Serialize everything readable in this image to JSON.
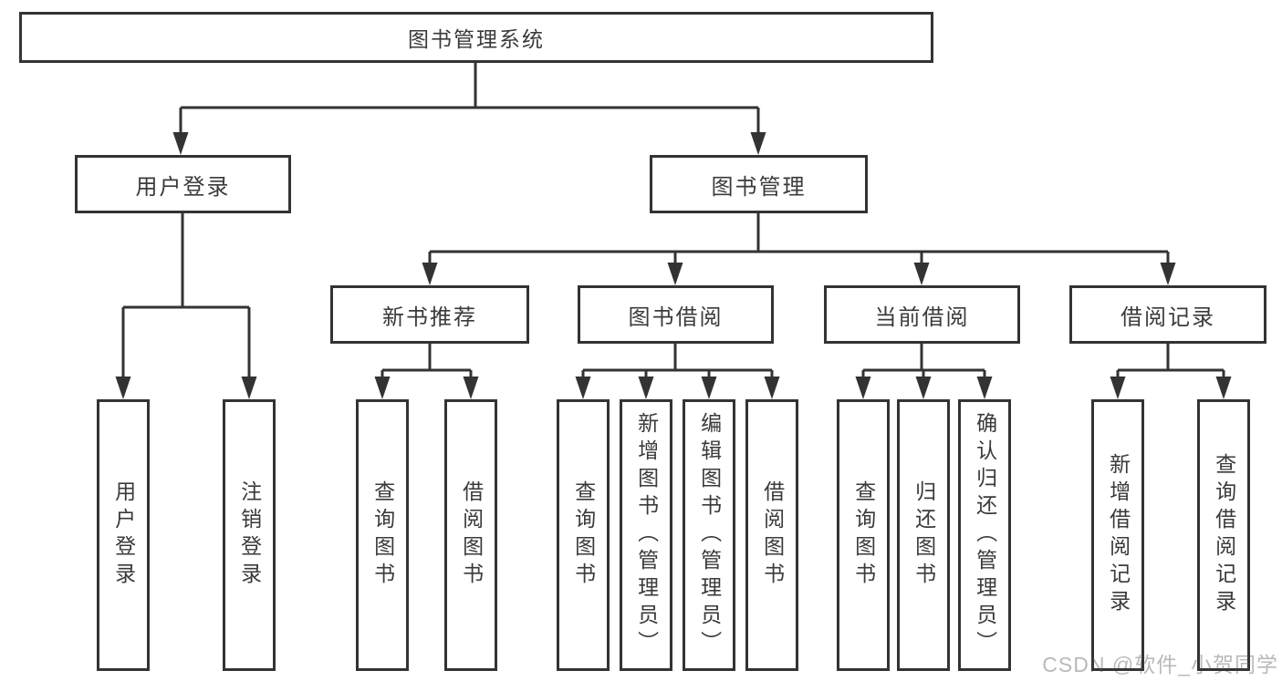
{
  "tree": {
    "label": "图书管理系统",
    "children": [
      {
        "label": "用户登录",
        "children": [
          {
            "label": "用户登录"
          },
          {
            "label": "注销登录"
          }
        ]
      },
      {
        "label": "图书管理",
        "children": [
          {
            "label": "新书推荐",
            "children": [
              {
                "label": "查询图书"
              },
              {
                "label": "借阅图书"
              }
            ]
          },
          {
            "label": "图书借阅",
            "children": [
              {
                "label": "查询图书"
              },
              {
                "label": "新增图书（管理员）"
              },
              {
                "label": "编辑图书（管理员）"
              },
              {
                "label": "借阅图书"
              }
            ]
          },
          {
            "label": "当前借阅",
            "children": [
              {
                "label": "查询图书"
              },
              {
                "label": "归还图书"
              },
              {
                "label": "确认归还（管理员）"
              }
            ]
          },
          {
            "label": "借阅记录",
            "children": [
              {
                "label": "新增借阅记录"
              },
              {
                "label": "查询借阅记录"
              }
            ]
          }
        ]
      }
    ]
  },
  "watermark": {
    "text": "CSDN @软件_小贺同学"
  },
  "colors": {
    "line": "#333333",
    "node_border": "#333333",
    "text": "#3a3a3a",
    "watermark": "#b4b4b4",
    "background": "#ffffff"
  }
}
